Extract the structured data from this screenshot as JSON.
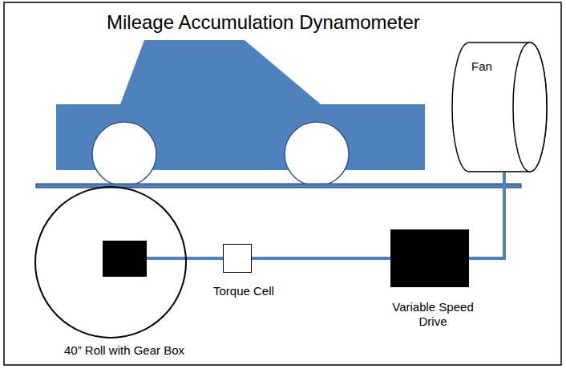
{
  "diagram": {
    "title": "Mileage Accumulation Dynamometer",
    "nodes": [
      {
        "text": [
          "Fan"
        ]
      },
      {
        "text": [
          "40” Roll with Gear Box"
        ]
      },
      {
        "text": [
          "Torque Cell"
        ]
      },
      {
        "text": [
          "Variable Speed Drive"
        ]
      }
    ],
    "edges": [
      {
        "from": 1,
        "to": 2,
        "arrow": "none"
      },
      {
        "from": 2,
        "to": 3,
        "arrow": "none"
      },
      {
        "from": 3,
        "to": 0,
        "arrow": "none"
      }
    ]
  }
}
